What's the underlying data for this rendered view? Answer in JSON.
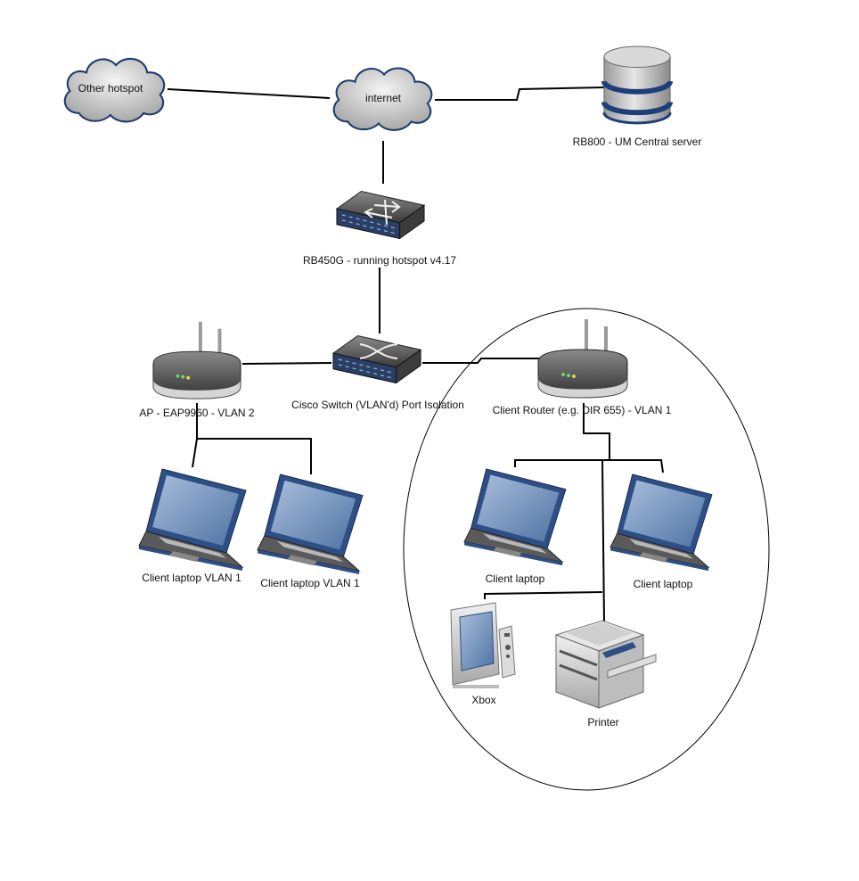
{
  "diagram": {
    "clouds": {
      "other_hotspot": "Other hotspot",
      "internet": "internet"
    },
    "nodes": {
      "central_server": "RB800 - UM Central server",
      "gateway_router": "RB450G - running hotspot v4.17",
      "cisco_switch": "Cisco Switch (VLAN'd) Port Isolation",
      "access_point": "AP - EAP9960 - VLAN 2",
      "client_router": "Client Router (e.g. DIR 655) - VLAN 1",
      "laptop_vlan_1a": "Client laptop VLAN 1",
      "laptop_vlan_1b": "Client laptop VLAN 1",
      "client_laptop_a": "Client laptop",
      "client_laptop_b": "Client laptop",
      "xbox": "Xbox",
      "printer": "Printer"
    },
    "icons": [
      "cloud-icon",
      "database-server-icon",
      "router-icon",
      "switch-icon",
      "wireless-router-icon",
      "laptop-icon",
      "game-console-icon",
      "printer-icon"
    ],
    "colors": {
      "device_body": "#4a4a4a",
      "device_trim": "#1b3f7a",
      "laptop_screen": "#6e8fb8",
      "cloud_fill": "#d4d4d4",
      "cloud_outline": "#1c3a6e",
      "link": "#000000"
    }
  }
}
